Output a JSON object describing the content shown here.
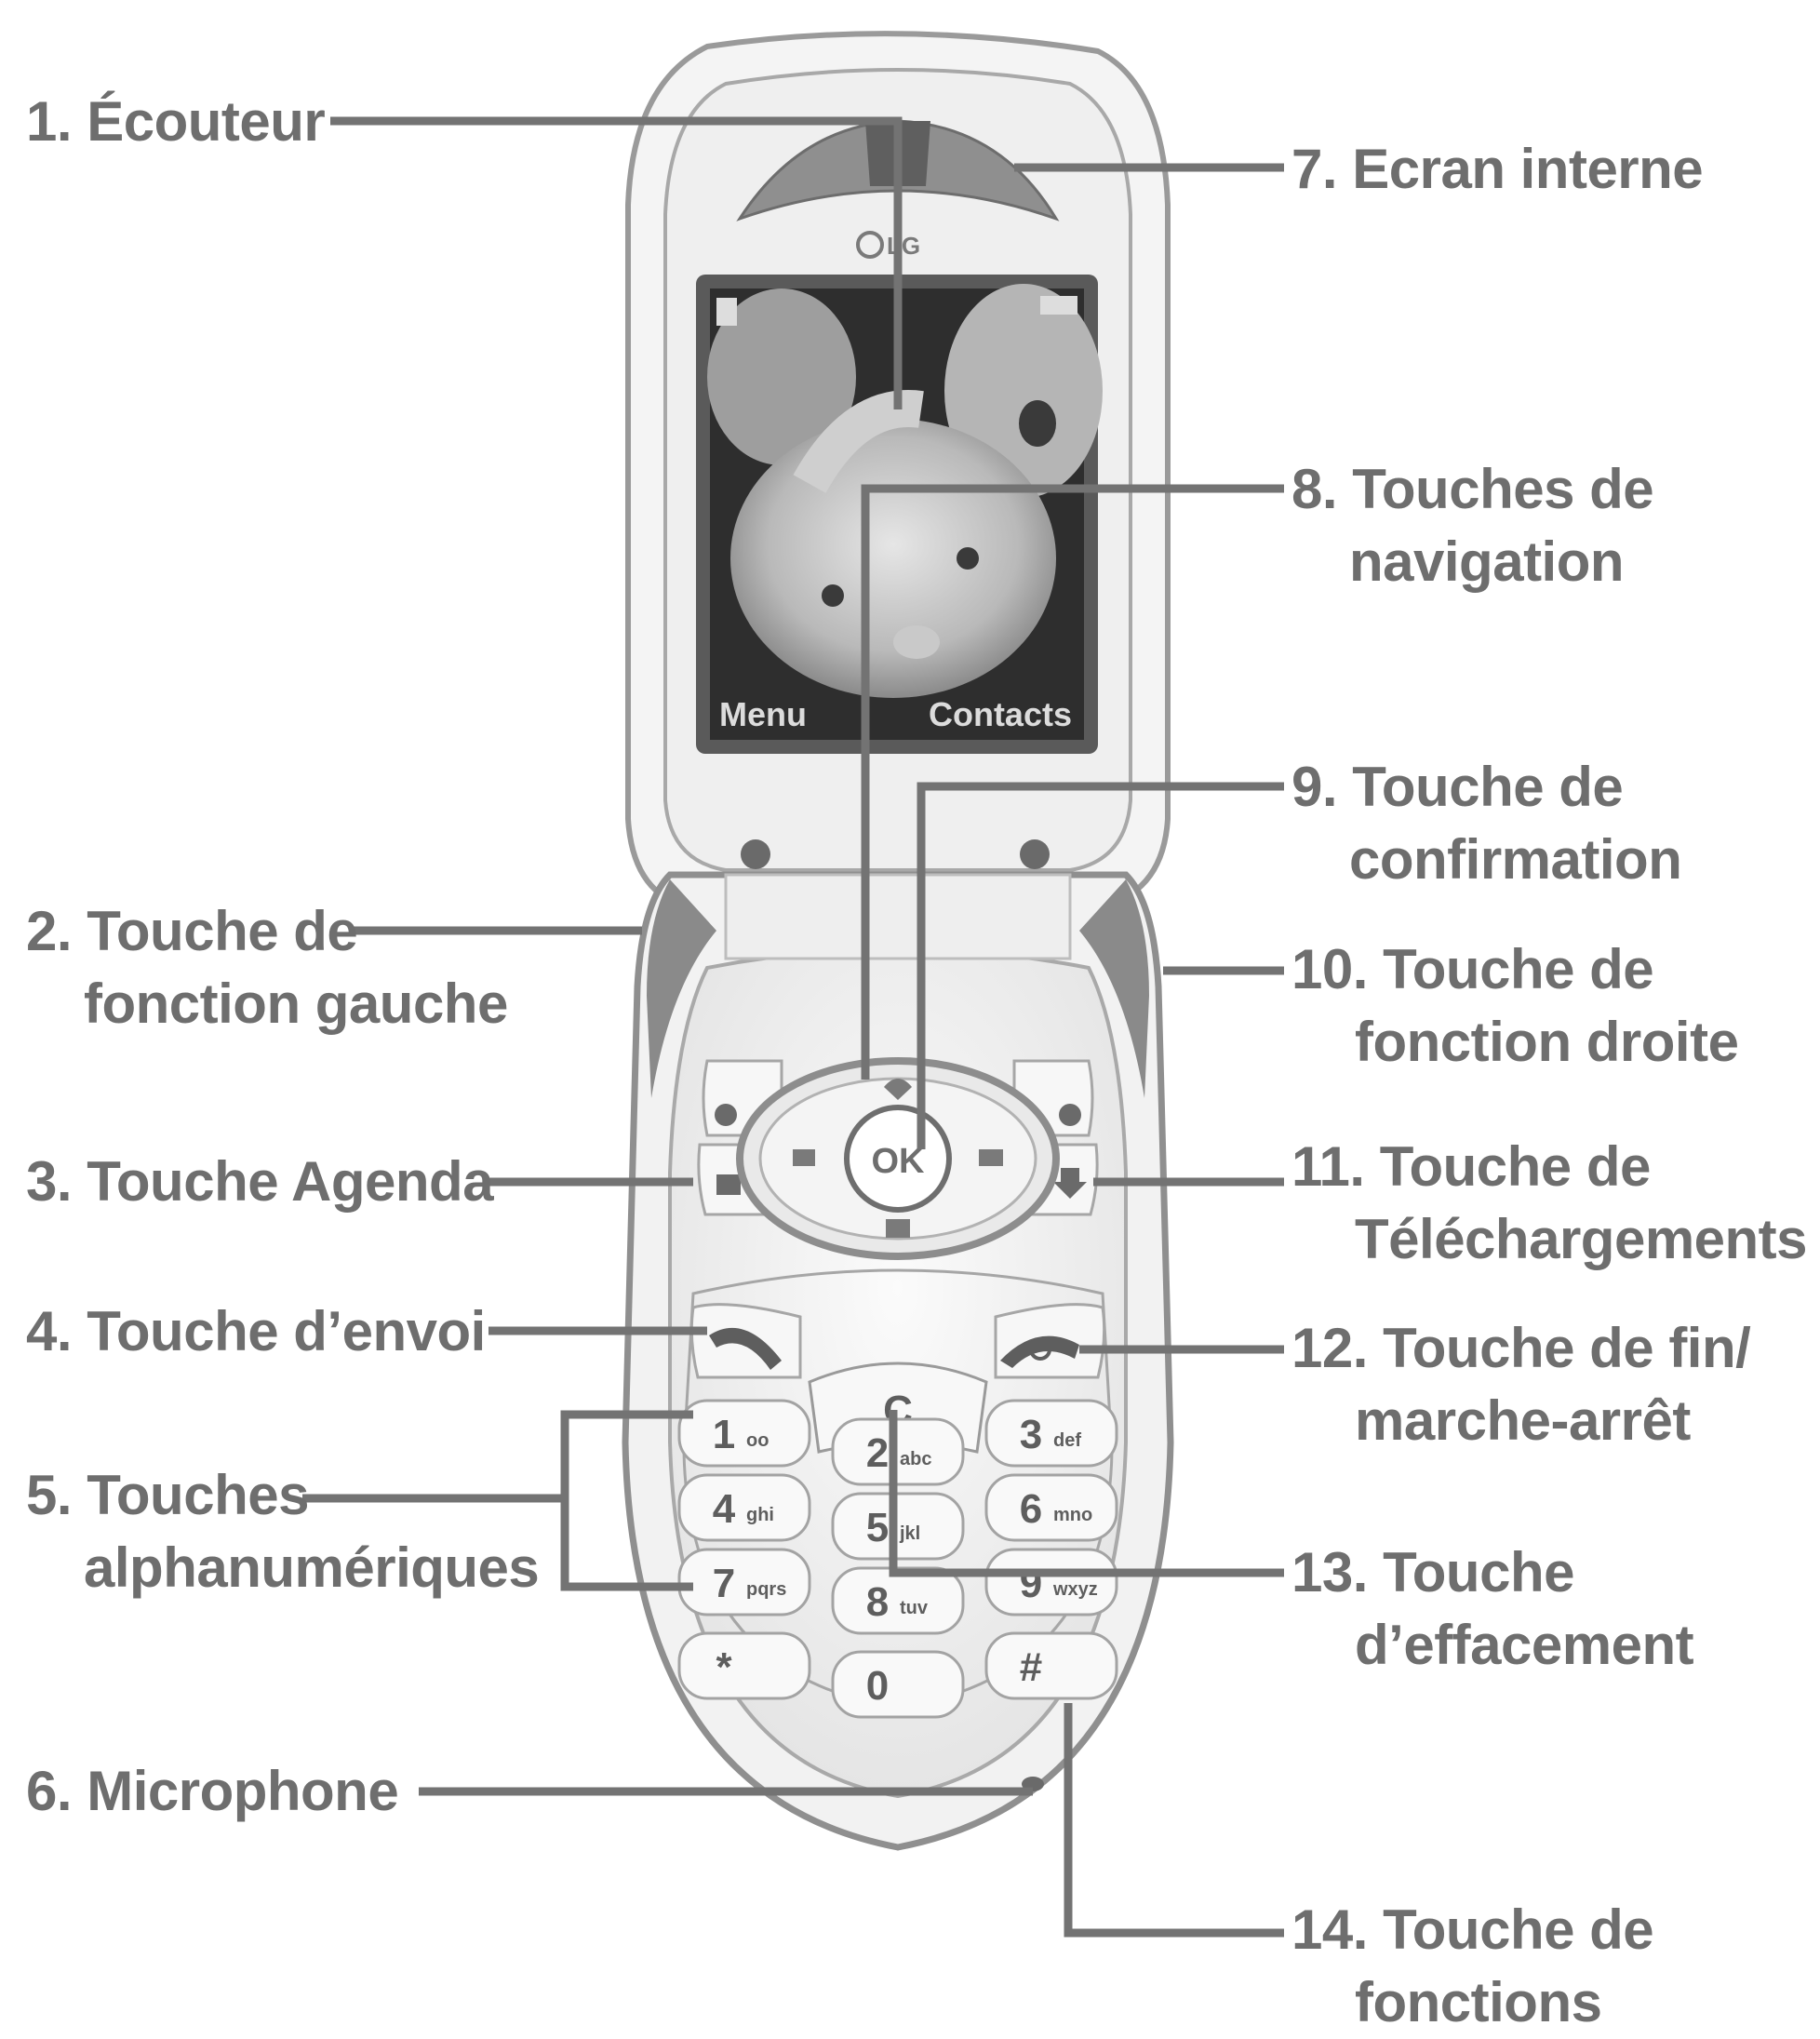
{
  "callouts": [
    {
      "id": "1",
      "lines": [
        "1. Écouteur"
      ]
    },
    {
      "id": "2",
      "lines": [
        "2. Touche de",
        "fonction gauche"
      ]
    },
    {
      "id": "3",
      "lines": [
        "3. Touche Agenda"
      ]
    },
    {
      "id": "4",
      "lines": [
        "4. Touche d’envoi"
      ]
    },
    {
      "id": "5",
      "lines": [
        "5. Touches",
        "alphanumériques"
      ]
    },
    {
      "id": "6",
      "lines": [
        "6. Microphone"
      ]
    },
    {
      "id": "7",
      "lines": [
        "7. Ecran interne"
      ]
    },
    {
      "id": "8",
      "lines": [
        "8. Touches de",
        "navigation"
      ]
    },
    {
      "id": "9",
      "lines": [
        "9. Touche de",
        "confirmation"
      ]
    },
    {
      "id": "10",
      "lines": [
        "10. Touche de",
        "fonction droite"
      ]
    },
    {
      "id": "11",
      "lines": [
        "11. Touche de",
        "Téléchargements"
      ]
    },
    {
      "id": "12",
      "lines": [
        "12. Touche de fin/",
        "marche-arrêt"
      ]
    },
    {
      "id": "13",
      "lines": [
        "13. Touche",
        "d’effacement"
      ]
    },
    {
      "id": "14",
      "lines": [
        "14. Touche de",
        "fonctions"
      ]
    }
  ],
  "screen": {
    "softkey_left": "Menu",
    "softkey_right": "Contacts"
  },
  "phone": {
    "brand": "LG",
    "ok_label": "OK",
    "clear_label": "C",
    "keys": [
      {
        "main": "1",
        "sub": "oo"
      },
      {
        "main": "2",
        "sub": "abc"
      },
      {
        "main": "3",
        "sub": "def"
      },
      {
        "main": "4",
        "sub": "ghi"
      },
      {
        "main": "5",
        "sub": "jkl"
      },
      {
        "main": "6",
        "sub": "mno"
      },
      {
        "main": "7",
        "sub": "pqrs"
      },
      {
        "main": "8",
        "sub": "tuv"
      },
      {
        "main": "9",
        "sub": "wxyz"
      },
      {
        "main": "*",
        "sub": ""
      },
      {
        "main": "0",
        "sub": ""
      },
      {
        "main": "#",
        "sub": ""
      }
    ]
  },
  "colors": {
    "text": "#6e6e6e",
    "leader_line": "#737373",
    "phone_outline": "#9a9a9a",
    "screen_bezel": "#5a5a5a"
  }
}
